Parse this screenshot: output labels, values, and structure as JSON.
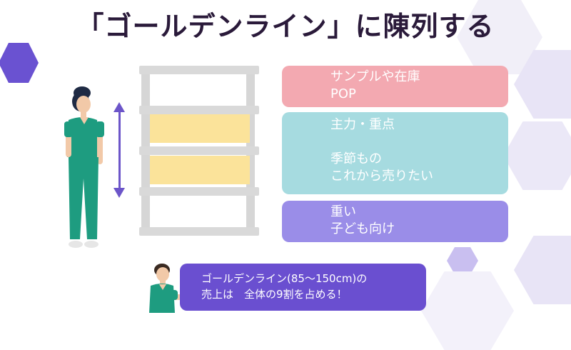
{
  "title": "「ゴールデンライン」に陳列する",
  "labels": [
    {
      "line1": "サンプルや在庫",
      "line2": "POP",
      "color": "#f3a9b1"
    },
    {
      "line1": "主力・重点",
      "line2": "",
      "line3": "季節もの",
      "line4": "これから売りたい",
      "color": "#a6dbe0"
    },
    {
      "line1": "重い",
      "line2": "子ども向け",
      "color": "#9a8de8"
    }
  ],
  "callout": {
    "line1": "ゴールデンライン(85〜150cm)の",
    "line2": "売上は　全体の9割を占める！",
    "color": "#6a4fd0"
  },
  "colors": {
    "title": "#2a1a3a",
    "golden_zone": "#fbe39a",
    "arrow": "#6c55c9",
    "scrubs": "#1e9c80"
  }
}
